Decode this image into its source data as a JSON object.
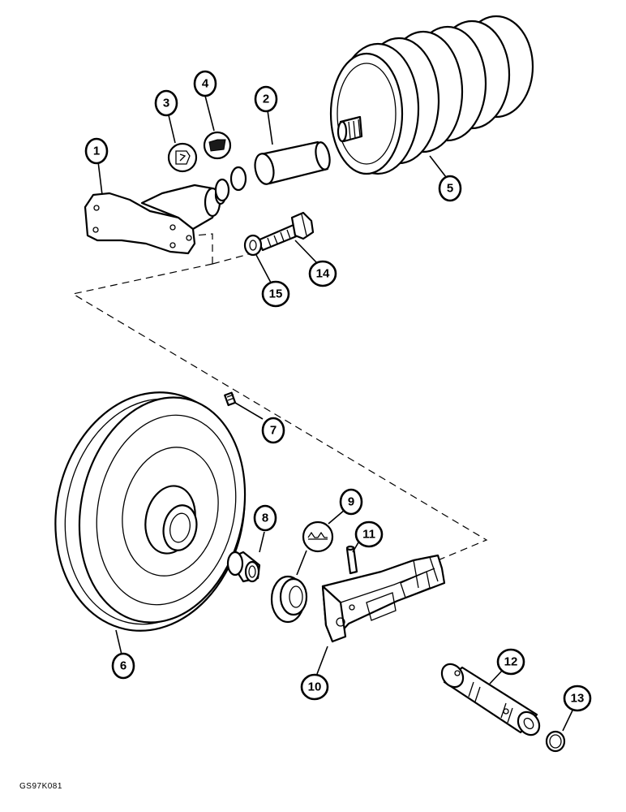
{
  "callouts": [
    {
      "id": "1",
      "label": "1"
    },
    {
      "id": "2",
      "label": "2"
    },
    {
      "id": "3",
      "label": "3"
    },
    {
      "id": "4",
      "label": "4"
    },
    {
      "id": "5",
      "label": "5"
    },
    {
      "id": "6",
      "label": "6"
    },
    {
      "id": "7",
      "label": "7"
    },
    {
      "id": "8",
      "label": "8"
    },
    {
      "id": "9",
      "label": "9"
    },
    {
      "id": "10",
      "label": "10"
    },
    {
      "id": "11",
      "label": "11"
    },
    {
      "id": "12",
      "label": "12"
    },
    {
      "id": "13",
      "label": "13"
    },
    {
      "id": "14",
      "label": "14"
    },
    {
      "id": "15",
      "label": "15"
    }
  ],
  "figure_code": "GS97K081"
}
